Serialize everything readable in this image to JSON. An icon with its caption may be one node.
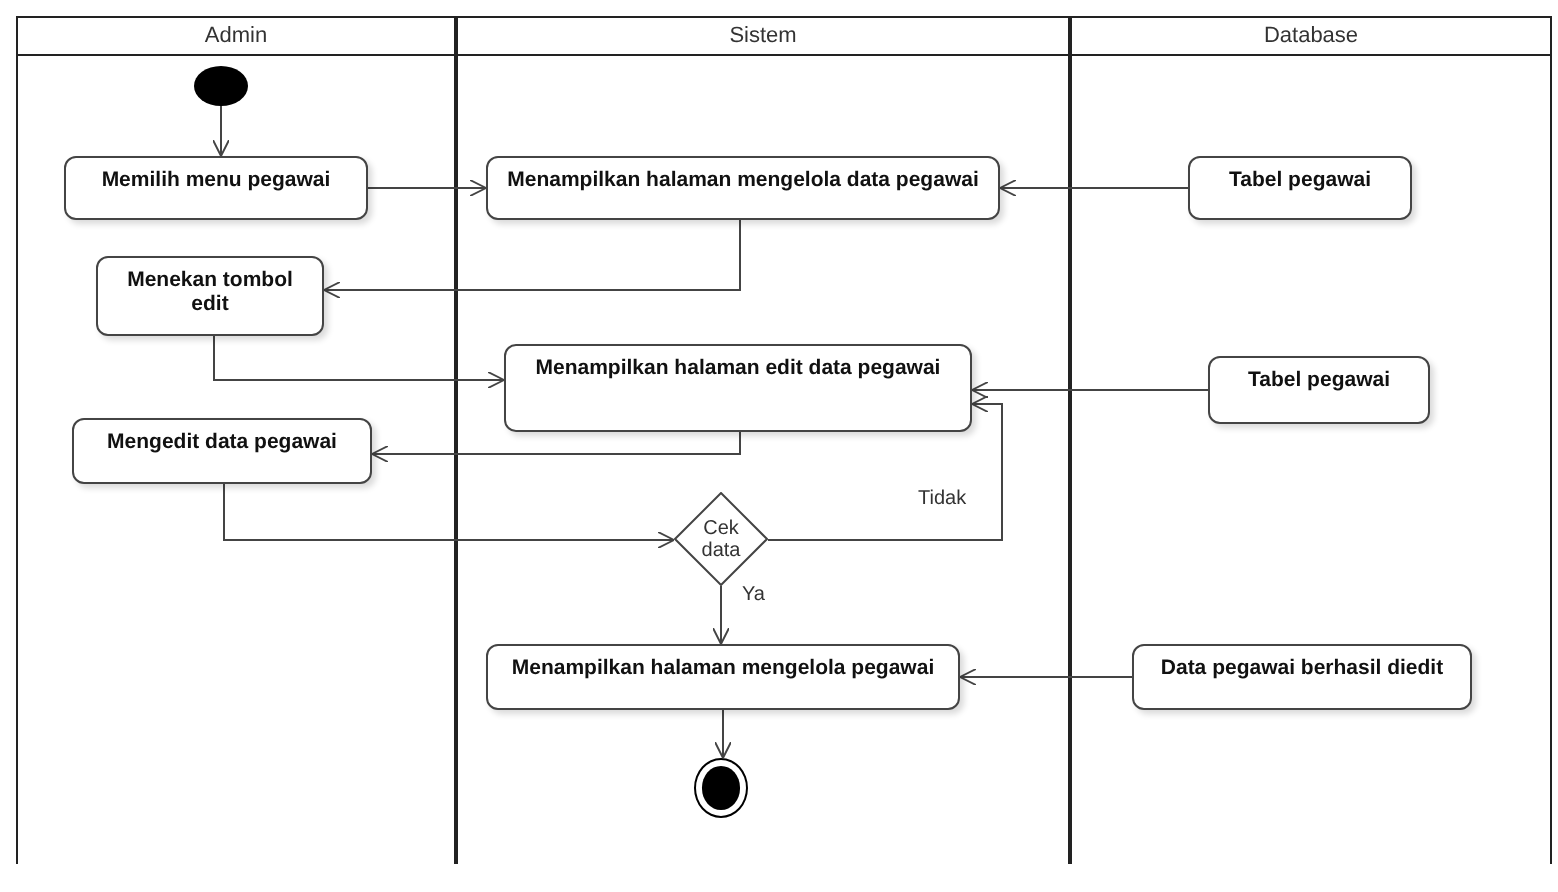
{
  "diagram": {
    "nodes": [
      {
        "text": [
          "Admin"
        ]
      },
      {
        "text": [
          "Sistem"
        ]
      },
      {
        "text": [
          "Database"
        ]
      },
      {
        "text": [],
        "shape": "circle",
        "in": 0
      },
      {
        "text": [
          "Memilih menu pegawai"
        ],
        "in": 0
      },
      {
        "text": [
          "Menampilkan halaman mengelola data pegawai"
        ],
        "in": 1
      },
      {
        "text": [
          "Tabel pegawai"
        ],
        "in": 2
      },
      {
        "text": [
          "Menekan tombol edit"
        ],
        "in": 0
      },
      {
        "text": [
          "Menampilkan halaman edit data pegawai"
        ],
        "in": 1
      },
      {
        "text": [
          "Tabel pegawai"
        ],
        "in": 2
      },
      {
        "text": [
          "Mengedit data pegawai"
        ],
        "in": 0
      },
      {
        "text": [
          "Cek data"
        ],
        "in": 1
      },
      {
        "text": [
          "Menampilkan halaman mengelola pegawai"
        ],
        "in": 1
      },
      {
        "text": [
          "Data pegawai berhasil diedit"
        ],
        "in": 2
      },
      {
        "text": [],
        "shape": "circle",
        "in": 1
      }
    ],
    "edges": [
      {
        "from": 3,
        "to": 4,
        "arrow": "to"
      },
      {
        "from": 4,
        "to": 5,
        "arrow": "to"
      },
      {
        "from": 6,
        "to": 5,
        "arrow": "to"
      },
      {
        "from": 5,
        "to": 7,
        "arrow": "to"
      },
      {
        "from": 7,
        "to": 8,
        "arrow": "to"
      },
      {
        "from": 9,
        "to": 8,
        "arrow": "to"
      },
      {
        "from": 8,
        "to": 10,
        "arrow": "to"
      },
      {
        "from": 10,
        "to": 11,
        "arrow": "to"
      },
      {
        "from": 11,
        "to": 8,
        "arrow": "to",
        "label": "Tidak"
      },
      {
        "from": 11,
        "to": 12,
        "arrow": "to",
        "label": "Ya"
      },
      {
        "from": 13,
        "to": 12,
        "arrow": "to"
      },
      {
        "from": 12,
        "to": 14,
        "arrow": "to"
      }
    ]
  }
}
